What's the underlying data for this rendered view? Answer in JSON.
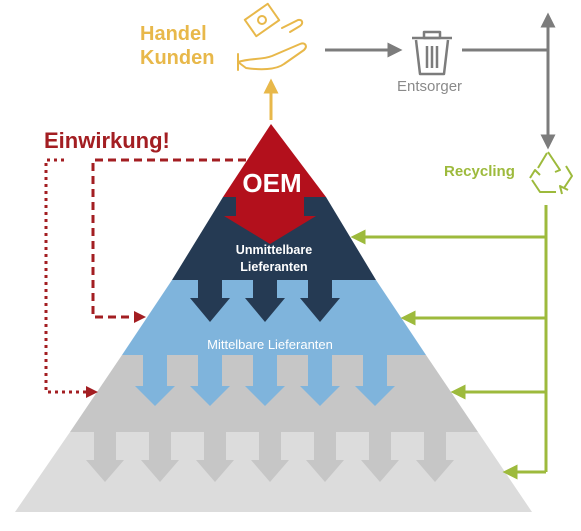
{
  "labels": {
    "handel": "Handel",
    "kunden": "Kunden",
    "entsorger": "Entsorger",
    "einwirkung": "Einwirkung!",
    "recycling": "Recycling",
    "oem": "OEM",
    "unmittelbare_line1": "Unmittelbare",
    "unmittelbare_line2": "Lieferanten",
    "mittelbare": "Mittelbare Lieferanten"
  },
  "colors": {
    "gold": "#e8b84a",
    "red": "#b3101c",
    "navy": "#253a53",
    "light_blue": "#7fb4dc",
    "gray": "#c6c6c6",
    "light_gray": "#dcdcdc",
    "green": "#9dba3c",
    "dark_gray": "#7c7c7c",
    "dark_red": "#a31e22"
  },
  "icons": {
    "customer": "hand-money-icon",
    "disposal": "trash-bin-icon",
    "recycling": "recycling-icon"
  }
}
